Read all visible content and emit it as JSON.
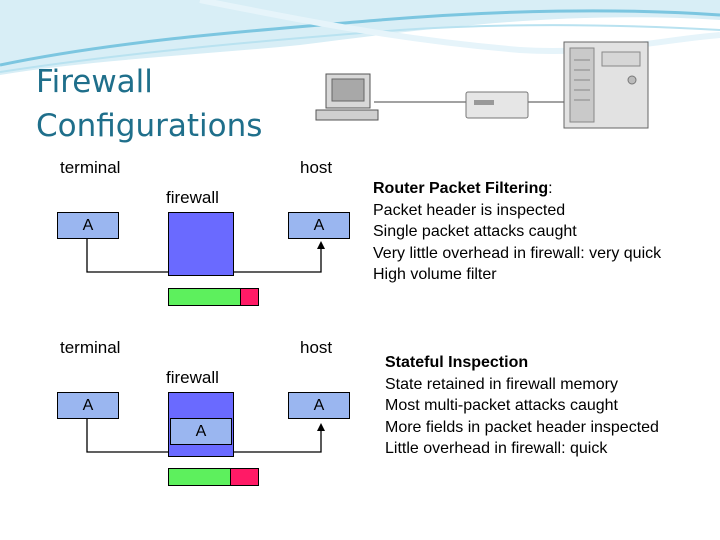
{
  "slide": {
    "title_line1": "Firewall",
    "title_line2": "Configurations"
  },
  "diagram1": {
    "terminal_label": "terminal",
    "host_label": "host",
    "firewall_label": "firewall",
    "terminal_box": "A",
    "host_box": "A"
  },
  "diagram2": {
    "terminal_label": "terminal",
    "host_label": "host",
    "firewall_label": "firewall",
    "terminal_box": "A",
    "host_box": "A",
    "firewall_box": "A"
  },
  "router_text": {
    "heading": "Router Packet Filtering",
    "heading_suffix": ":",
    "line1": "Packet header is inspected",
    "line2": "Single packet attacks caught",
    "line3": "Very little overhead in firewall: very quick",
    "line4": "High volume filter"
  },
  "stateful_text": {
    "heading": "Stateful Inspection",
    "line1": "State retained in firewall memory",
    "line2": "Most multi-packet attacks caught",
    "line3": "More fields in packet header inspected",
    "line4": "Little overhead in firewall: quick"
  },
  "colors": {
    "title": "#1f6f8b",
    "box_fill": "#9ab6f0",
    "firewall_fill": "#6a6aff",
    "bar_green": "#5df05d",
    "bar_red": "#ff1a66"
  },
  "icons": [
    "terminal-computer-icon",
    "router-device-icon",
    "server-tower-icon"
  ]
}
